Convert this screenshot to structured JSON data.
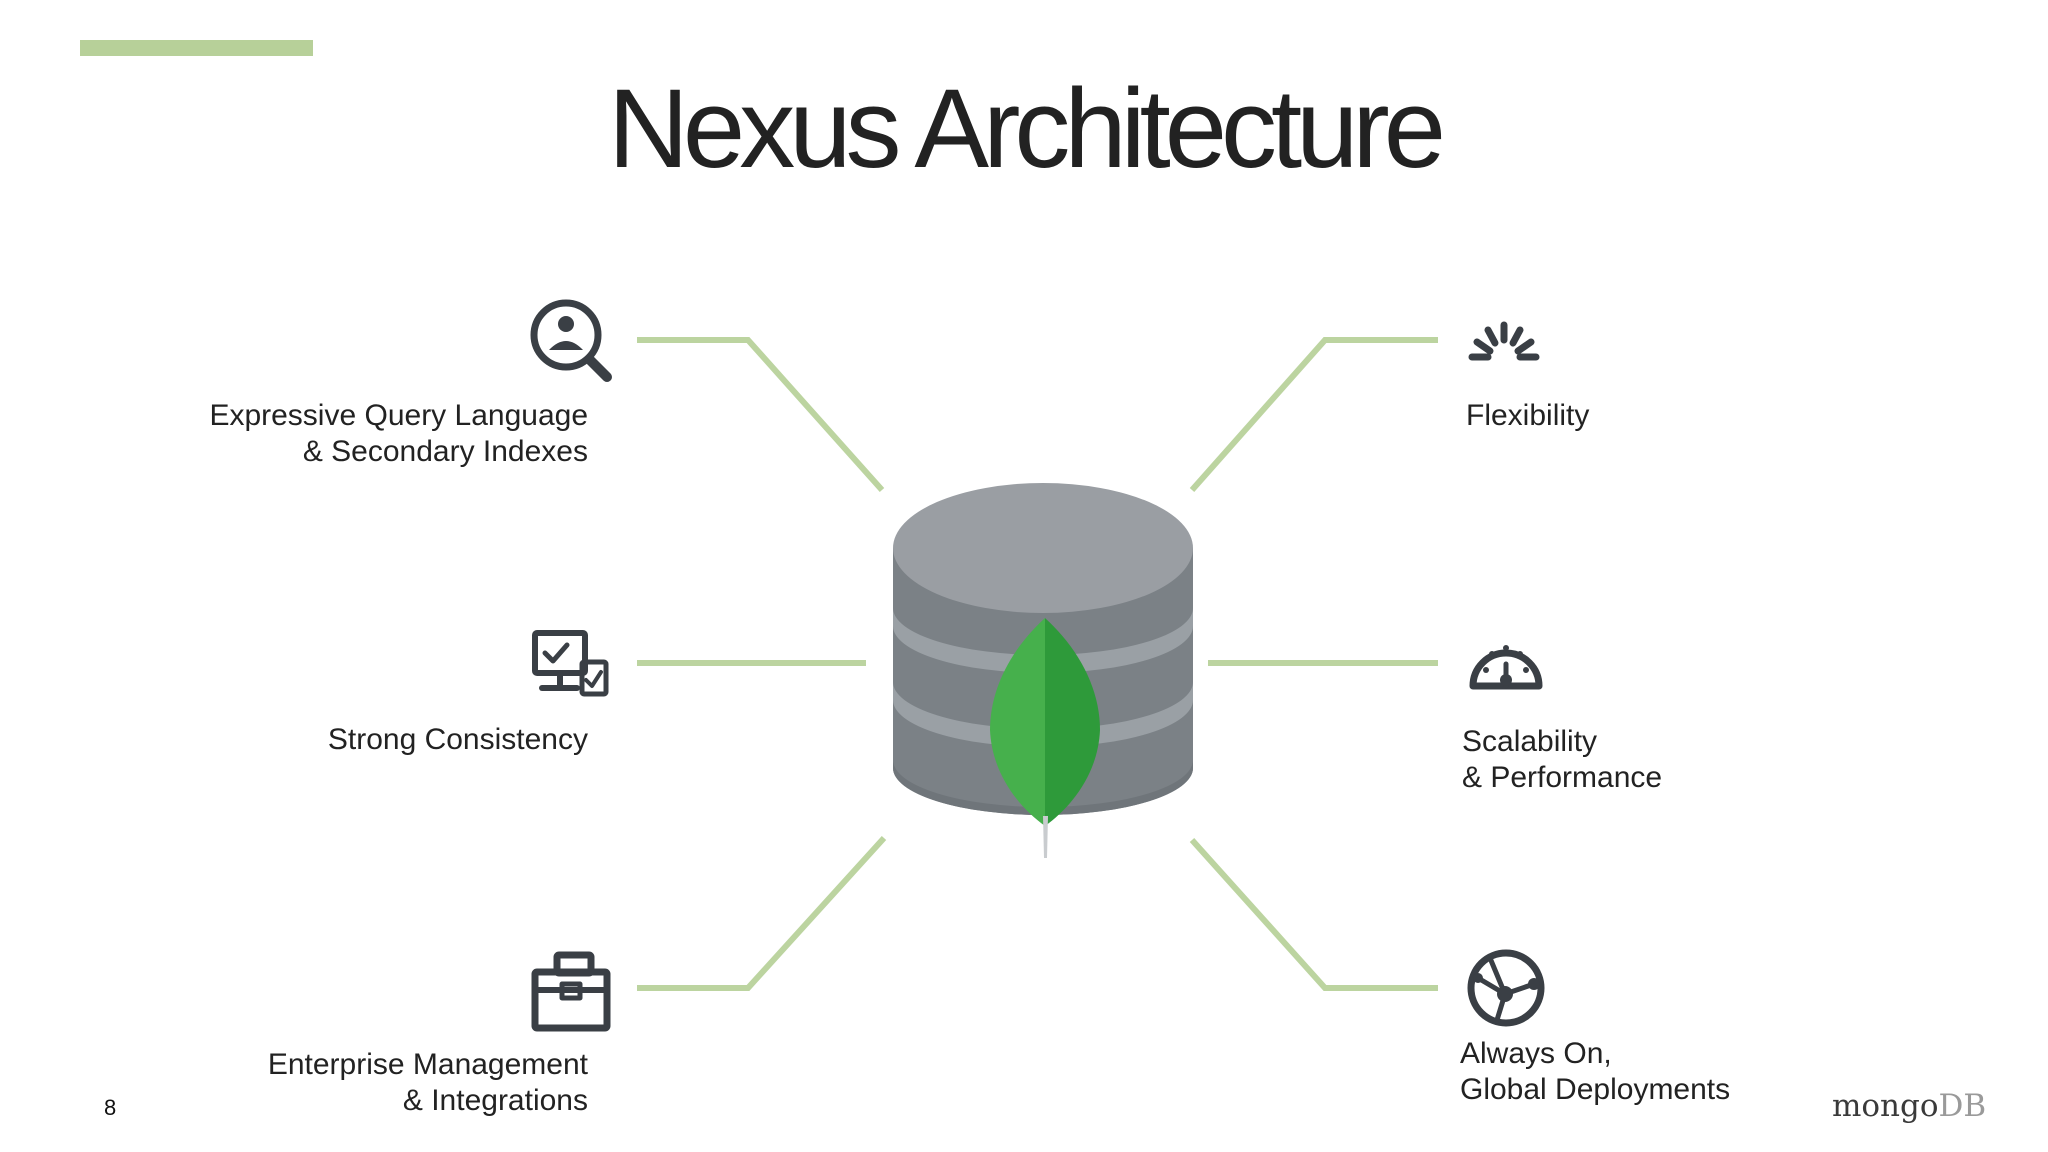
{
  "slide": {
    "title": "Nexus Architecture",
    "page_number": "8",
    "logo": {
      "part1": "mongo",
      "part2": "DB"
    }
  },
  "features": [
    {
      "text": "Expressive Query Language\n& Secondary Indexes",
      "icon": "magnifier-user-icon"
    },
    {
      "text": "Strong Consistency",
      "icon": "monitor-checklist-icon"
    },
    {
      "text": "Enterprise Management\n& Integrations",
      "icon": "briefcase-icon"
    },
    {
      "text": "Flexibility",
      "icon": "burst-icon"
    },
    {
      "text": "Scalability\n& Performance",
      "icon": "speedometer-icon"
    },
    {
      "text": "Always On,\nGlobal Deployments",
      "icon": "globe-network-icon"
    }
  ],
  "colors": {
    "accent": "#b7d099",
    "connector": "#bcd4a0",
    "icon": "#3a3f45",
    "db_top": "#9a9ea3",
    "db_body": "#7b8186",
    "db_band": "#9aa0a5",
    "leaf_light": "#46b04c",
    "leaf_dark": "#2e9a3a"
  }
}
